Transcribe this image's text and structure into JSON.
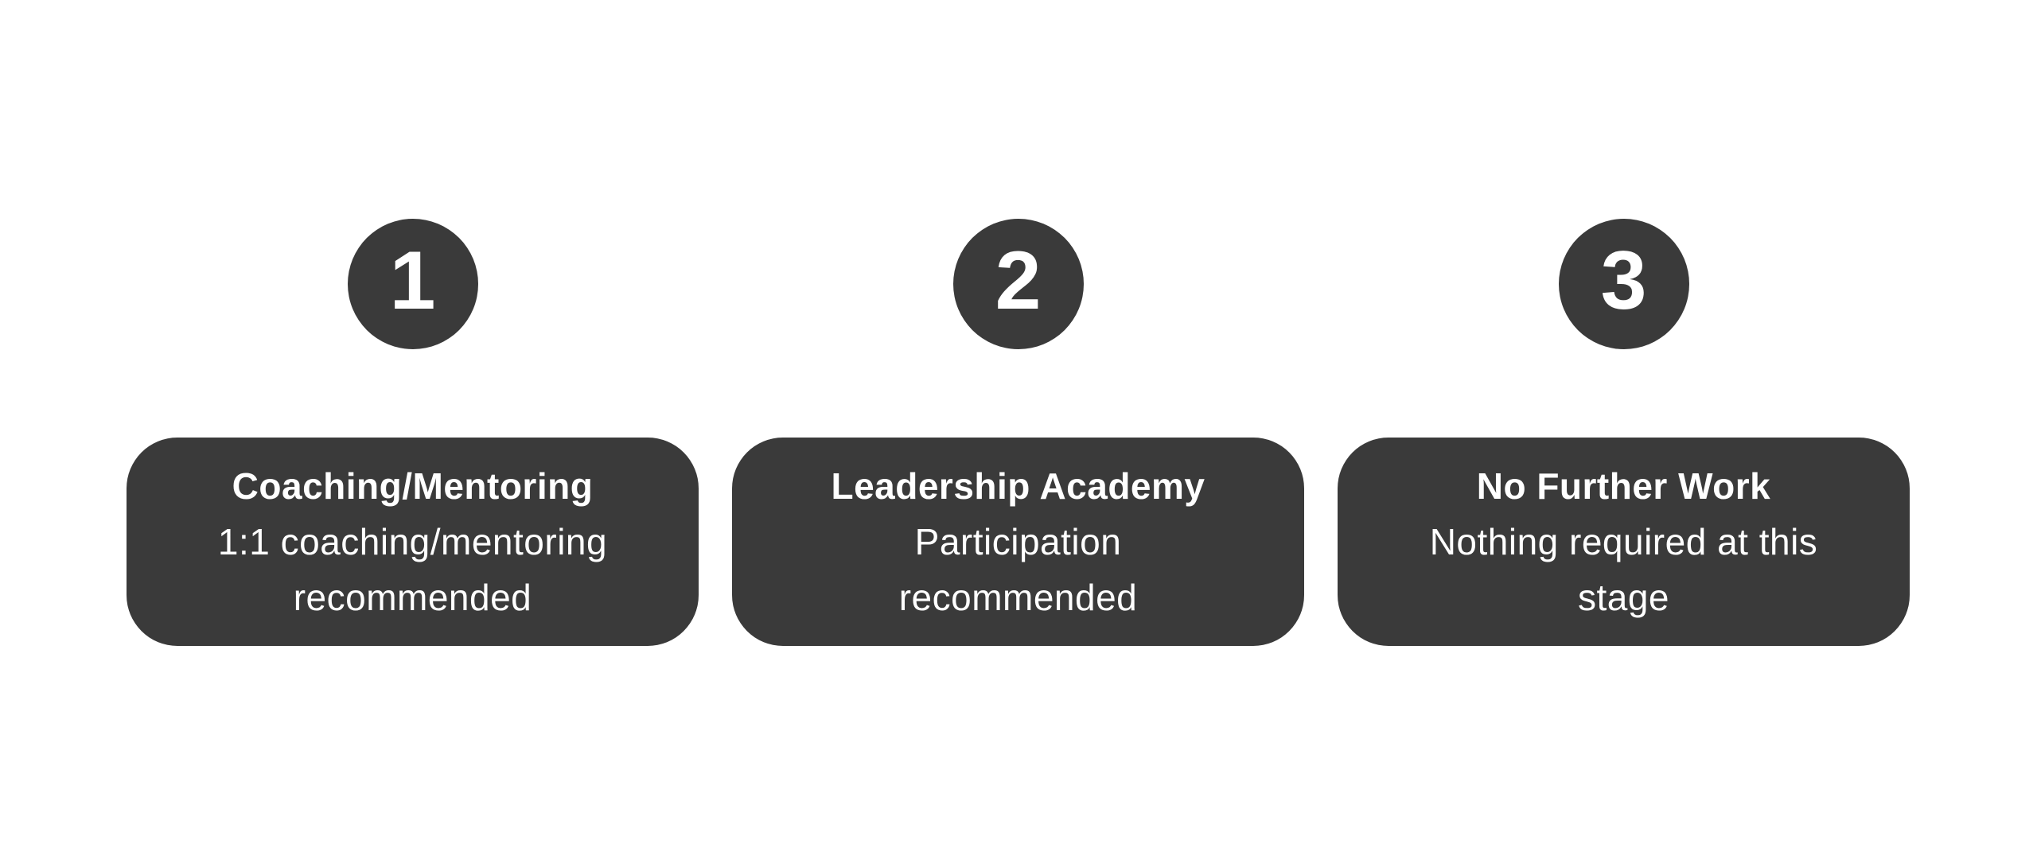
{
  "colors": {
    "background": "#ffffff",
    "shape": "#3a3a3a",
    "text": "#ffffff"
  },
  "steps": [
    {
      "number": "1",
      "title": "Coaching/Mentoring",
      "description": "1:1 coaching/mentoring\nrecommended"
    },
    {
      "number": "2",
      "title": "Leadership Academy",
      "description": "Participation\nrecommended"
    },
    {
      "number": "3",
      "title": "No Further Work",
      "description": "Nothing required at this\nstage"
    }
  ]
}
